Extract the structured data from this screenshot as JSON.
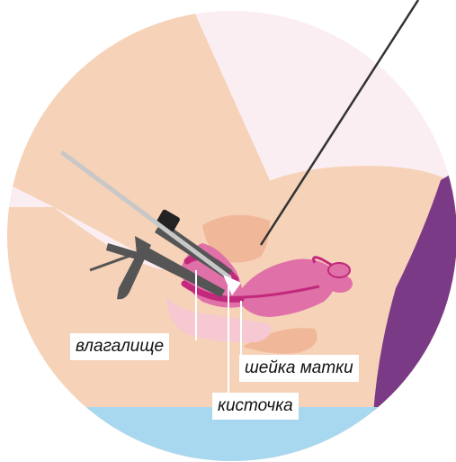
{
  "labels": {
    "vagina": "влагалище",
    "cervix": "шейка матки",
    "brush": "кисточка"
  },
  "colors": {
    "background_circle": "#fbeef2",
    "skin": "#f6d2b8",
    "skin_shadow": "#f0b899",
    "uterus": "#e070a8",
    "vaginal_wall": "#c2297c",
    "table": "#a8d8f0",
    "clothing": "#7a3a86",
    "speculum": "#555555",
    "brush_tip": "#ffffff"
  }
}
